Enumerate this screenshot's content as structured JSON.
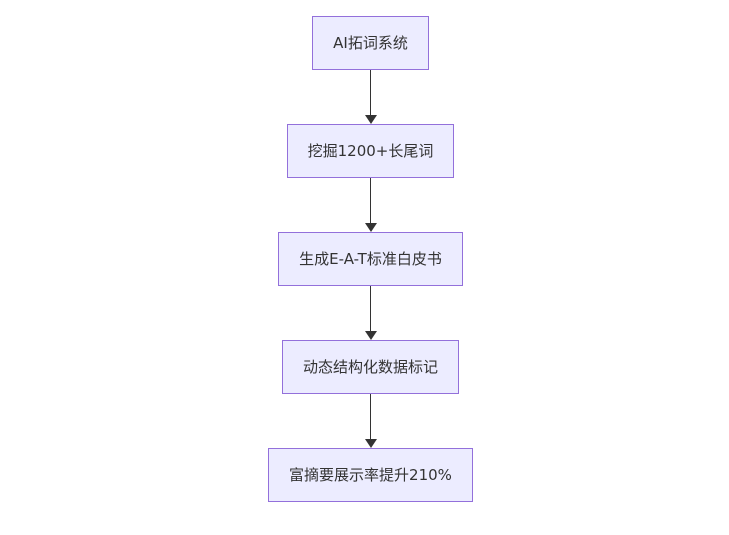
{
  "diagram": {
    "type": "flowchart",
    "direction": "top-down",
    "nodes": [
      {
        "id": "node-1",
        "label": "AI拓词系统"
      },
      {
        "id": "node-2",
        "label": "挖掘1200+长尾词"
      },
      {
        "id": "node-3",
        "label": "生成E-A-T标准白皮书"
      },
      {
        "id": "node-4",
        "label": "动态结构化数据标记"
      },
      {
        "id": "node-5",
        "label": "富摘要展示率提升210%"
      }
    ],
    "edges": [
      {
        "from": "node-1",
        "to": "node-2"
      },
      {
        "from": "node-2",
        "to": "node-3"
      },
      {
        "from": "node-3",
        "to": "node-4"
      },
      {
        "from": "node-4",
        "to": "node-5"
      }
    ],
    "colors": {
      "node_fill": "#ECECFF",
      "node_border": "#9370DB",
      "arrow": "#333333",
      "text": "#333333",
      "background": "#FFFFFF"
    }
  }
}
